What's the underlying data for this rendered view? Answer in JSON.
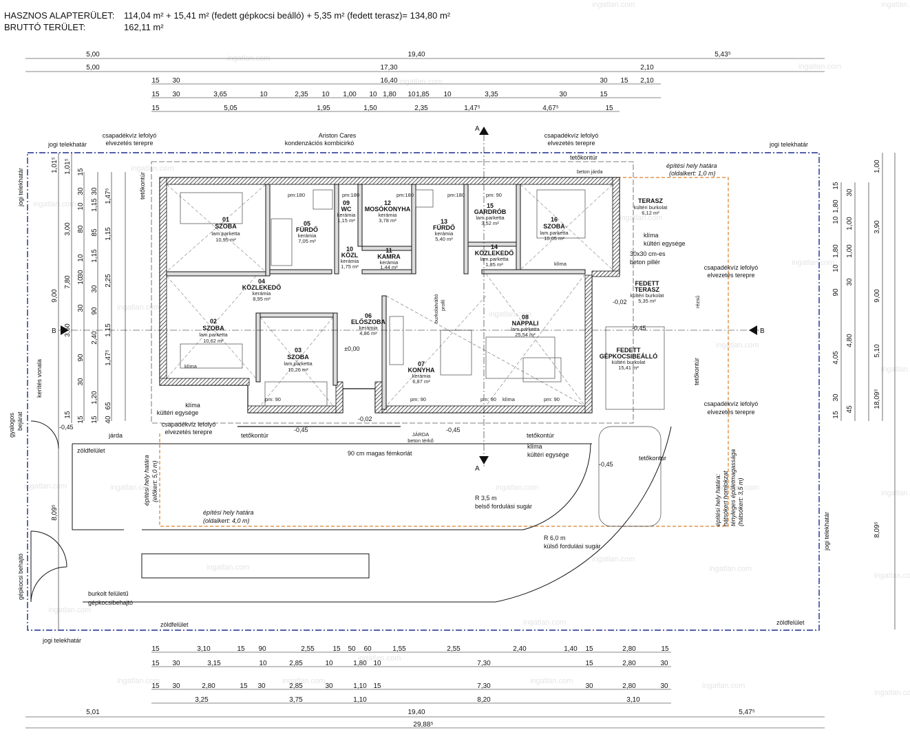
{
  "header": {
    "area_label": "HASZNOS ALAPTERÜLET:",
    "area_value": "114,04 m² + 15,41 m² (fedett gépkocsi beálló) + 5,35 m² (fedett terasz)= 134,80 m²",
    "gross_label": "BRUTTÓ TERÜLET:",
    "gross_value": "162,11 m²"
  },
  "watermark": "ingatlan.com",
  "top_dims": {
    "row1": [
      "5,00",
      "19,40",
      "5,43⁵"
    ],
    "row2": [
      "5,00",
      "17,30",
      "2,10"
    ],
    "row3": [
      "15",
      "30",
      "16,40",
      "30",
      "15",
      "2,10"
    ],
    "row4": [
      "15",
      "30",
      "3,65",
      "10",
      "2,35",
      "10",
      "1,00",
      "10",
      "1,80",
      "10",
      "1,85",
      "10",
      "3,35",
      "30",
      "15"
    ],
    "row5": [
      "15",
      "5,05",
      "1,95",
      "1,50",
      "2,35",
      "1,47⁵",
      "4,67⁵",
      "15"
    ]
  },
  "bottom_dims": {
    "row1": [
      "15",
      "3,10",
      "15",
      "90",
      "2,55",
      "15",
      "50",
      "60",
      "1,55",
      "2,55",
      "2,40",
      "1,40",
      "15",
      "2,80",
      "15"
    ],
    "row2": [
      "15",
      "30",
      "3,15",
      "10",
      "2,85",
      "10",
      "1,80",
      "10",
      "7,30",
      "15",
      "2,80",
      "30"
    ],
    "row3": [
      "15",
      "30",
      "2,80",
      "15",
      "30",
      "2,85",
      "30",
      "1,10",
      "15",
      "7,30",
      "30",
      "2,80",
      "30"
    ],
    "row4": [
      "3,25",
      "3,75",
      "1,10",
      "8,20",
      "3,10"
    ],
    "row5": [
      "5,01",
      "19,40",
      "5,47⁵"
    ],
    "row6": [
      "29,88⁵"
    ]
  },
  "left_dims": {
    "outer": [
      "1,01⁵",
      "9,00",
      "8,09⁵"
    ],
    "mid": [
      "30",
      "1,15",
      "85",
      "1,15",
      "30",
      "90",
      "2,40",
      "1,20",
      "15"
    ],
    "inner": [
      "1,47⁵",
      "1,15",
      "2,25",
      "1,15",
      "1,47⁵",
      "65",
      "40"
    ],
    "col_a": [
      "1,01⁵",
      "3,00",
      "7,80",
      "3,60",
      "15"
    ],
    "col_b": [
      "15",
      "30",
      "10",
      "80",
      "10",
      "30",
      "10",
      "30",
      "90",
      "30",
      "15"
    ]
  },
  "right_dims": {
    "outer": [
      "1,00",
      "3,90",
      "9,00",
      "5,10",
      "18,09⁵",
      "8,09⁵"
    ],
    "mid": [
      "15",
      "1,80",
      "10",
      "1,80",
      "10",
      "90",
      "4,05",
      "30",
      "15"
    ],
    "inner": [
      "30",
      "1,00",
      "1,00",
      "30",
      "4,80",
      "45"
    ]
  },
  "rooms": [
    {
      "no": "01",
      "name": "SZOBA",
      "floor": "lam.parketta",
      "area": "10,95 m²"
    },
    {
      "no": "02",
      "name": "SZOBA",
      "floor": "lam.parketta",
      "area": "10,62 m²"
    },
    {
      "no": "03",
      "name": "SZOBA",
      "floor": "lam.parketta",
      "area": "10,26 m²"
    },
    {
      "no": "04",
      "name": "KÖZLEKEDŐ",
      "floor": "kerámia",
      "area": "8,95 m²"
    },
    {
      "no": "05",
      "name": "FÜRDŐ",
      "floor": "kerámia",
      "area": "7,05 m²"
    },
    {
      "no": "06",
      "name": "ELŐSZOBA",
      "floor": "kerámia",
      "area": "4,86 m²"
    },
    {
      "no": "07",
      "name": "KONYHA",
      "floor": "kerámia",
      "area": "6,87 m²"
    },
    {
      "no": "08",
      "name": "NAPPALI",
      "floor": "lam.parketta",
      "area": "25,54 m²"
    },
    {
      "no": "09",
      "name": "WC",
      "floor": "kerámia",
      "area": "1,15 m²"
    },
    {
      "no": "10",
      "name": "KÖZL",
      "floor": "kerámia",
      "area": "1,75 m²"
    },
    {
      "no": "11",
      "name": "KAMRA",
      "floor": "kerámia",
      "area": "1,44 m²"
    },
    {
      "no": "12",
      "name": "MOSÓKONYHA",
      "floor": "kerámia",
      "area": "3,78 m²"
    },
    {
      "no": "13",
      "name": "FÜRDŐ",
      "floor": "kerámia",
      "area": "5,40 m²"
    },
    {
      "no": "14",
      "name": "KÖZLEKEDŐ",
      "floor": "lam.parketta",
      "area": "1,85 m²"
    },
    {
      "no": "15",
      "name": "GARDRÓB",
      "floor": "lam.parketta",
      "area": "3,52 m²"
    },
    {
      "no": "16",
      "name": "SZOBA",
      "floor": "lam.parketta",
      "area": "10,05 m²"
    }
  ],
  "outdoor": {
    "terasz": {
      "name": "TERASZ",
      "floor": "kültéri burkolat",
      "area": "6,12 m²"
    },
    "fedett_terasz": {
      "name1": "FEDETT",
      "name2": "TERASZ",
      "floor": "kültéri burkolat",
      "area": "5,35 m²"
    },
    "carport": {
      "name1": "FEDETT",
      "name2": "GÉPKOCSIBEÁLLÓ",
      "floor": "kültéri burkolat",
      "area": "15,41 m²"
    }
  },
  "annotations": {
    "drain_left_top": [
      "csapadékvíz lefolyó",
      "elvezetés terepre"
    ],
    "boiler": [
      "Ariston Cares",
      "kondenzációs kombicirkó"
    ],
    "drain_right_top": [
      "csapadékvíz lefolyó",
      "elvezetés terepre"
    ],
    "drain_right_mid": [
      "csapadékvíz lefolyó",
      "elvezetés terepre"
    ],
    "drain_right_low": [
      "csapadékvíz lefolyó",
      "elvezetés terepre"
    ],
    "drain_left_low": [
      "csapadékvíz lefolyó",
      "elvezetés terepre"
    ],
    "klima_outdoor_left": [
      "klíma",
      "kültéri egysége"
    ],
    "klima_outdoor_right": [
      "klíma",
      "kültéri egysége"
    ],
    "klima_outdoor_bottom": [
      "klíma",
      "kültéri egysége"
    ],
    "pillar": [
      "30x30 cm-es",
      "beton pillér"
    ],
    "railing": "90 cm magas fémkorlát",
    "r_inner": [
      "R 3,5 m",
      "belső fordulási sugár"
    ],
    "r_outer": [
      "R 6,0 m",
      "külső fordulási sugár"
    ],
    "driveway": [
      "burkolt felületű",
      "gépkocsibehajtó"
    ],
    "build_limit_side_top": [
      "építési hely határa",
      "(oldalkert: 1,0 m)"
    ],
    "build_limit_front": [
      "építési hely határa",
      "(előkert: 5,0 m)"
    ],
    "build_limit_side": [
      "építési hely határa",
      "(oldalkert: 4,0 m)"
    ],
    "build_limit_back": [
      "építési hely határa:",
      "hátsókert homlokzat",
      "tényleges épületmagassága",
      "(hátsókert: 3,5 m)"
    ],
    "jogi_top_left": "jogi telekhatár",
    "jogi_top_right": "jogi telekhatár",
    "jogi_bottom": "jogi telekhatár",
    "jogi_left": "jogi telekhatár",
    "jogi_right": "jogi telekhatár",
    "kerites": "kerítés vonala",
    "gyalogos": [
      "gyalogos",
      "bejárat"
    ],
    "gepkocsi": "gépkocsi behajtó",
    "zoldfelulet": "zöldfelület",
    "jarda": "járda",
    "jarda_beton": [
      "JÁRDA",
      "beton térkő"
    ],
    "beton_jarda": "beton járda",
    "tetokontur": "tetőkontúr",
    "klima": "klíma",
    "rezsu": "rézsű",
    "burkolatvalto": "burkolatváltó",
    "profil": "profil",
    "section_a": "A",
    "section_b": "B",
    "levels": [
      "-0,45",
      "-0,45",
      "-0,45",
      "-0,45",
      "-0,02",
      "-0,02",
      "-0,45",
      "±0,00",
      "-0,45"
    ],
    "openings": [
      "pm: 90",
      "pm:180",
      "pm: 90",
      "pm:180",
      "pm: 90",
      "pm:180",
      "pm: 90",
      "pm: 90"
    ]
  }
}
